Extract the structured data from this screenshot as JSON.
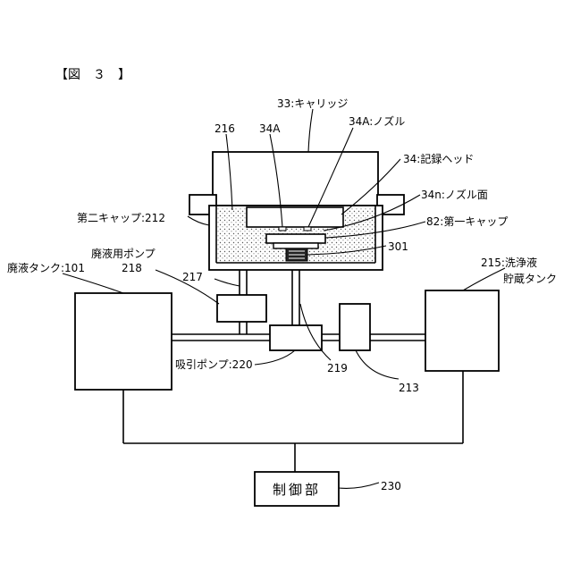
{
  "figure_label": "【図　３　】",
  "labels": {
    "carriage": "33:キャリッジ",
    "cap216": "216",
    "nozzle_a": "34A",
    "nozzle_a_named": "34A:ノズル",
    "head": "34:記録ヘッド",
    "nozzle_face": "34n:ノズル面",
    "second_cap": "第二キャップ:212",
    "first_cap": "82:第一キャップ",
    "part301": "301",
    "waste_pump": "廃液用ポンプ",
    "waste_pump_num": "218",
    "waste_tank": "廃液タンク:101",
    "part217": "217",
    "wash_tank_line1": "215:洗浄液",
    "wash_tank_line2": "貯蔵タンク",
    "suction_pump": "吸引ポンプ:220",
    "part219": "219",
    "part213": "213",
    "controller": "制御部",
    "controller_num": "230"
  }
}
